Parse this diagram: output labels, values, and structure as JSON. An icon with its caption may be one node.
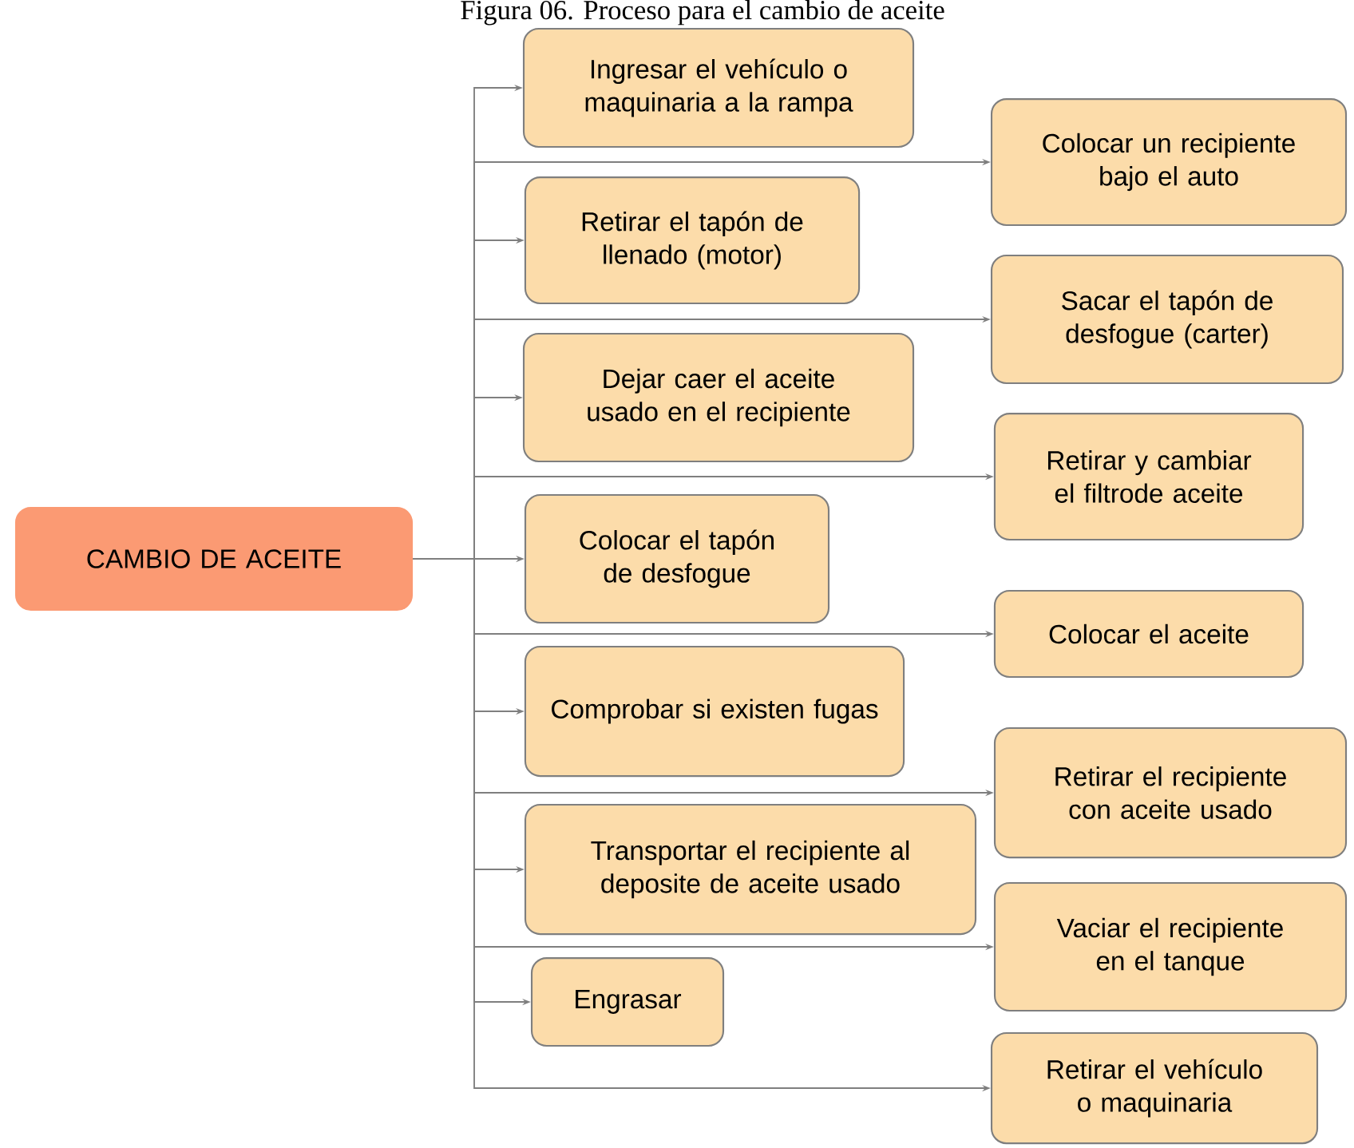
{
  "diagram": {
    "title": "Figura 06. Proceso para el cambio de aceite",
    "nodes": [
      {
        "text": [
          "CAMBIO DE ACEITE"
        ]
      },
      {
        "text": [
          "Ingresar el vehículo o maquinaria a la rampa"
        ]
      },
      {
        "text": [
          "Colocar un recipiente bajo el auto"
        ]
      },
      {
        "text": [
          "Retirar el tapón de llenado (motor)"
        ]
      },
      {
        "text": [
          "Sacar el tapón de desfogue (carter)"
        ]
      },
      {
        "text": [
          "Dejar caer el aceite usado en el recipiente"
        ]
      },
      {
        "text": [
          "Retirar y cambiar el filtrode aceite"
        ]
      },
      {
        "text": [
          "Colocar el tapón de desfogue"
        ]
      },
      {
        "text": [
          "Colocar el aceite"
        ]
      },
      {
        "text": [
          "Comprobar si existen fugas"
        ]
      },
      {
        "text": [
          "Retirar el recipiente con aceite usado"
        ]
      },
      {
        "text": [
          "Transportar el recipiente al deposite de aceite usado"
        ]
      },
      {
        "text": [
          "Vaciar el recipiente en el tanque"
        ]
      },
      {
        "text": [
          "Engrasar"
        ]
      },
      {
        "text": [
          "Retirar el vehículo o maquinaria"
        ]
      }
    ],
    "edges": [
      {
        "from": 0,
        "to": 1,
        "arrow": "to"
      },
      {
        "from": 0,
        "to": 2,
        "arrow": "to"
      },
      {
        "from": 0,
        "to": 3,
        "arrow": "to"
      },
      {
        "from": 0,
        "to": 4,
        "arrow": "to"
      },
      {
        "from": 0,
        "to": 5,
        "arrow": "to"
      },
      {
        "from": 0,
        "to": 6,
        "arrow": "to"
      },
      {
        "from": 0,
        "to": 7,
        "arrow": "to"
      },
      {
        "from": 0,
        "to": 8,
        "arrow": "to"
      },
      {
        "from": 0,
        "to": 9,
        "arrow": "to"
      },
      {
        "from": 0,
        "to": 10,
        "arrow": "to"
      },
      {
        "from": 0,
        "to": 11,
        "arrow": "to"
      },
      {
        "from": 0,
        "to": 12,
        "arrow": "to"
      },
      {
        "from": 0,
        "to": 13,
        "arrow": "to"
      },
      {
        "from": 0,
        "to": 14,
        "arrow": "to"
      }
    ]
  }
}
